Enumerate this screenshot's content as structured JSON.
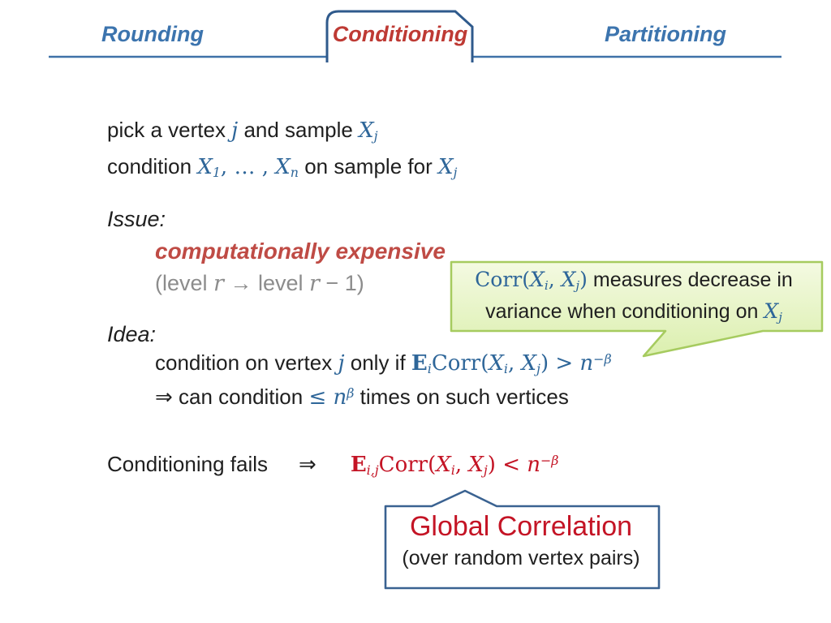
{
  "slide": {
    "colors": {
      "header_blue": "#3c74ae",
      "tab_active_red": "#be3a34",
      "math_blue": "#2e6699",
      "formula_red": "#c41425",
      "muted_gray": "#8c8c8c",
      "callout_border_green": "#a6cb5f",
      "callout_fill_green": "#e9f5c9",
      "box_border_blue": "#3a6291"
    },
    "tabs": {
      "rounding": "Rounding",
      "conditioning": "Conditioning",
      "partitioning": "Partitioning"
    },
    "lines": {
      "pick": [
        {
          "t": "pick a vertex "
        },
        {
          "t": "j",
          "c": "mi"
        },
        {
          "t": " and sample "
        },
        {
          "t": "X",
          "c": "mi",
          "sub": "j"
        }
      ],
      "condition": [
        {
          "t": "condition "
        },
        {
          "t": "X",
          "c": "mi",
          "sub": "1"
        },
        {
          "t": ", … , ",
          "c": "mr"
        },
        {
          "t": "X",
          "c": "mi",
          "sub": "n"
        },
        {
          "t": " on sample for "
        },
        {
          "t": "X",
          "c": "mi",
          "sub": "j"
        }
      ],
      "issue_label": "Issue:",
      "expensive": "computationally expensive",
      "level": [
        {
          "t": "(level "
        },
        {
          "t": "r",
          "c": "gi"
        },
        {
          "t": " → level "
        },
        {
          "t": "r",
          "c": "gi"
        },
        {
          "t": " − 1)"
        }
      ],
      "idea_label": "Idea:",
      "idea1": [
        {
          "t": "condition on vertex "
        },
        {
          "t": "j",
          "c": "mi"
        },
        {
          "t": " only if "
        },
        {
          "t": "E",
          "c": "mbold",
          "sub": "i"
        },
        {
          "t": "Corr(",
          "c": "mr"
        },
        {
          "t": "X",
          "c": "mi",
          "sub": "i"
        },
        {
          "t": ", ",
          "c": "mr"
        },
        {
          "t": "X",
          "c": "mi",
          "sub": "j"
        },
        {
          "t": ") > ",
          "c": "mr"
        },
        {
          "t": "n",
          "c": "mi",
          "sup": "−β"
        }
      ],
      "idea2": [
        {
          "t": "⇒ can condition "
        },
        {
          "t": "≤ ",
          "c": "mr"
        },
        {
          "t": "n",
          "c": "mi",
          "sup": "β"
        },
        {
          "t": " times on such vertices"
        }
      ],
      "fails": [
        {
          "t": "Conditioning fails"
        },
        {
          "t": "⇒",
          "c": "bigarr"
        },
        {
          "t": "E",
          "c": "rbold",
          "sub": "i,j"
        },
        {
          "t": "Corr(",
          "c": "rr"
        },
        {
          "t": "X",
          "c": "ri",
          "sub": "i"
        },
        {
          "t": ", ",
          "c": "rr"
        },
        {
          "t": "X",
          "c": "ri",
          "sub": "j"
        },
        {
          "t": ") < ",
          "c": "rr"
        },
        {
          "t": "n",
          "c": "ri",
          "sup": "−β"
        }
      ]
    },
    "callout": {
      "line1": [
        {
          "t": "Corr(",
          "c": "mr"
        },
        {
          "t": "X",
          "c": "mi",
          "sub": "i"
        },
        {
          "t": ", ",
          "c": "mr"
        },
        {
          "t": "X",
          "c": "mi",
          "sub": "j"
        },
        {
          "t": ")",
          "c": "mr"
        },
        {
          "t": " measures decrease in"
        }
      ],
      "line2": [
        {
          "t": "variance when conditioning on "
        },
        {
          "t": "X",
          "c": "mi",
          "sub": "j"
        }
      ]
    },
    "global_box": {
      "title": "Global Correlation",
      "subtitle": "(over random vertex pairs)"
    }
  }
}
